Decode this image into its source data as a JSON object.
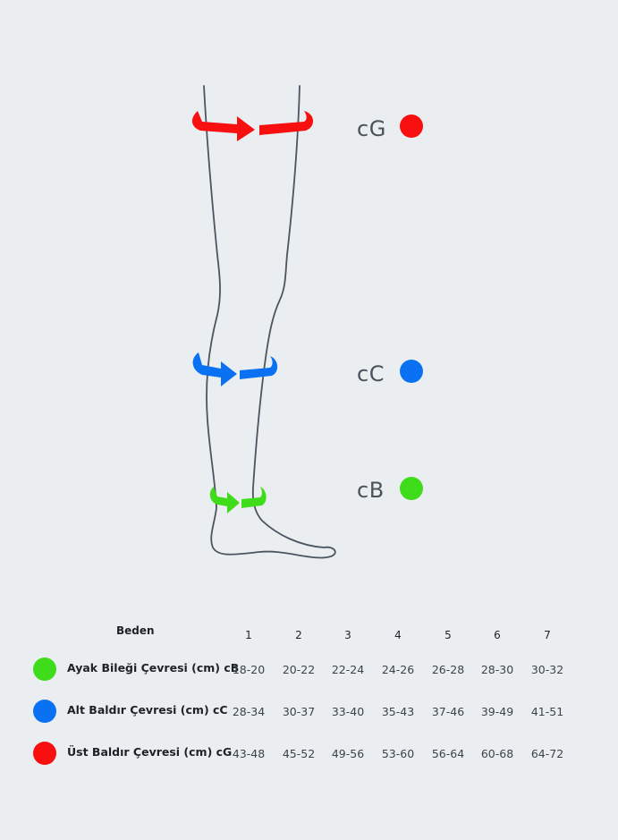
{
  "colors": {
    "background": "#ebeef1",
    "outline": "#4a5560",
    "green": "#3fdc1b",
    "blue": "#0a72f2",
    "red": "#f80f0f"
  },
  "zones": [
    {
      "label": "cG",
      "color": "#f80f0f"
    },
    {
      "label": "cC",
      "color": "#0a72f2"
    },
    {
      "label": "cB",
      "color": "#3fdc1b"
    }
  ],
  "table": {
    "header_label": "Beden",
    "sizes": [
      "1",
      "2",
      "3",
      "4",
      "5",
      "6",
      "7"
    ],
    "rows": [
      {
        "label": "Ayak Bileği Çevresi (cm) cB",
        "color": "#3fdc1b",
        "values": [
          "18-20",
          "20-22",
          "22-24",
          "24-26",
          "26-28",
          "28-30",
          "30-32"
        ]
      },
      {
        "label": "Alt Baldır Çevresi (cm) cC",
        "color": "#0a72f2",
        "values": [
          "28-34",
          "30-37",
          "33-40",
          "35-43",
          "37-46",
          "39-49",
          "41-51"
        ]
      },
      {
        "label": "Üst Baldır Çevresi (cm) cG",
        "color": "#f80f0f",
        "values": [
          "43-48",
          "45-52",
          "49-56",
          "53-60",
          "56-64",
          "60-68",
          "64-72"
        ]
      }
    ]
  }
}
